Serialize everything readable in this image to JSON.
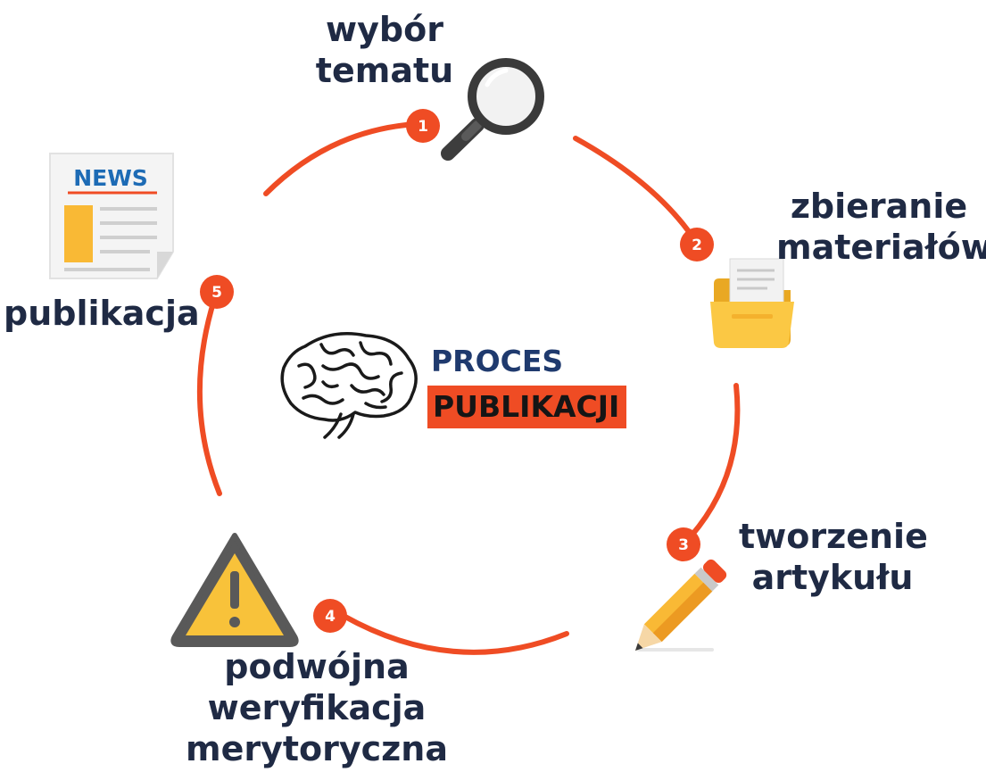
{
  "center": {
    "title_line1": "PROCES",
    "title_line2": "PUBLIKACJI",
    "icon": "brain-icon"
  },
  "steps": [
    {
      "number": "1",
      "lines": [
        "wybór",
        "tematu"
      ],
      "icon": "magnifier-icon"
    },
    {
      "number": "2",
      "lines": [
        "zbieranie",
        "materiałów"
      ],
      "icon": "folder-icon"
    },
    {
      "number": "3",
      "lines": [
        "tworzenie",
        "artykułu"
      ],
      "icon": "pencil-icon"
    },
    {
      "number": "4",
      "lines": [
        "podwójna",
        "weryfikacja",
        "merytoryczna"
      ],
      "icon": "warning-icon"
    },
    {
      "number": "5",
      "lines": [
        "publikacja"
      ],
      "icon": "newspaper-icon"
    }
  ],
  "newspaper": {
    "masthead": "NEWS"
  },
  "colors": {
    "accent": "#ef4c24",
    "text": "#1f2a44",
    "title": "#1f3a6e",
    "icon_yellow": "#f8c23a",
    "icon_dark": "#3a3a3a"
  }
}
